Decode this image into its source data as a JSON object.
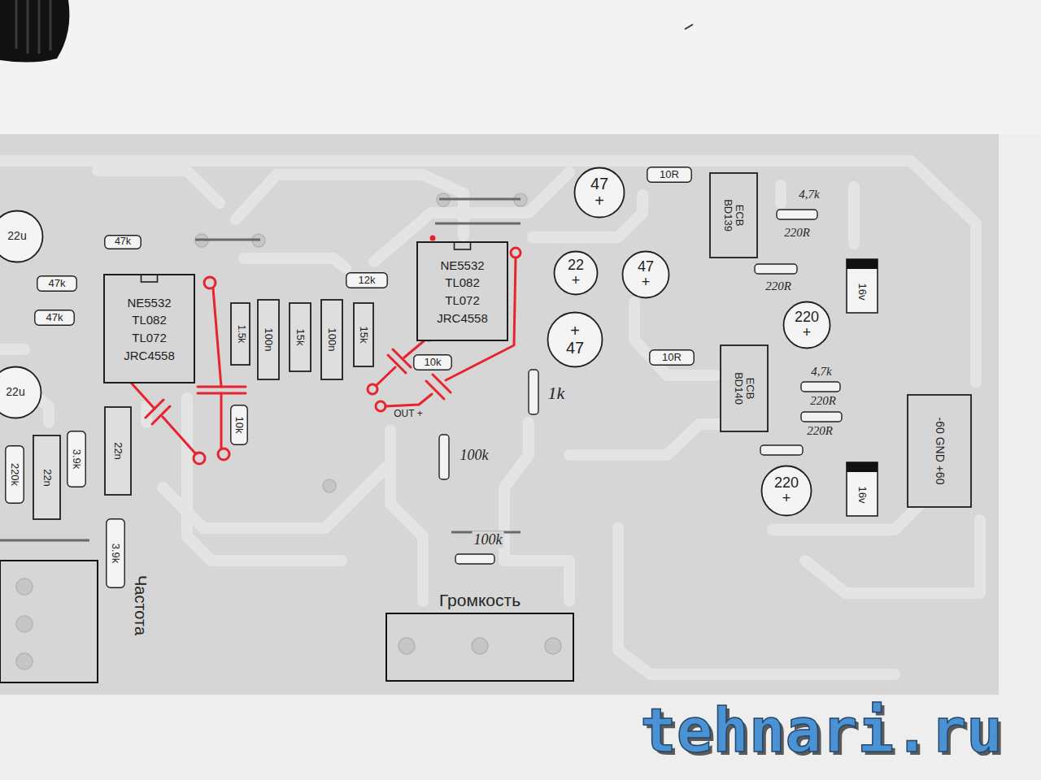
{
  "diagram": {
    "nodes": [
      {
        "text": [
          "22u"
        ]
      },
      {
        "text": [
          "47k"
        ]
      },
      {
        "text": [
          "47k"
        ]
      },
      {
        "text": [
          "47k"
        ]
      },
      {
        "text": [
          "NE5532",
          "TL082",
          "TL072",
          "JRC4558"
        ]
      },
      {
        "text": [
          "22u"
        ]
      },
      {
        "text": [
          "1.5k"
        ]
      },
      {
        "text": [
          "100n"
        ]
      },
      {
        "text": [
          "15k"
        ]
      },
      {
        "text": [
          "100n"
        ]
      },
      {
        "text": [
          "15k"
        ]
      },
      {
        "text": [
          "12k"
        ]
      },
      {
        "text": [
          "10k"
        ]
      },
      {
        "text": [
          "220k"
        ]
      },
      {
        "text": [
          "22n"
        ]
      },
      {
        "text": [
          "3.9k"
        ]
      },
      {
        "text": [
          "22n"
        ]
      },
      {
        "text": [
          "3.9k"
        ]
      },
      {
        "text": [
          "NE5532",
          "TL082",
          "TL072",
          "JRC4558"
        ]
      },
      {
        "text": [
          "10k"
        ]
      },
      {
        "text": [
          "47",
          "+"
        ]
      },
      {
        "text": [
          "22",
          "+"
        ]
      },
      {
        "text": [
          "47",
          "+"
        ]
      },
      {
        "text": [
          "+",
          "47"
        ]
      },
      {
        "text": [
          "10R"
        ]
      },
      {
        "text": [
          "10R"
        ]
      },
      {
        "text": [
          "ECB",
          "BD139"
        ]
      },
      {
        "text": [
          "ECB",
          "BD140"
        ]
      },
      {
        "text": [
          "16v"
        ]
      },
      {
        "text": [
          "220",
          "+"
        ]
      },
      {
        "text": [
          "16v"
        ]
      },
      {
        "text": [
          "220",
          "+"
        ]
      },
      {
        "text": [
          "-60 GND +60"
        ]
      }
    ],
    "labels": [
      "OUT +",
      "1k",
      "100k",
      "100k",
      "Громкость",
      "Частота",
      "4,7k",
      "220R",
      "220R",
      "4,7k",
      "220R",
      "220R",
      "tehnari.ru"
    ]
  }
}
